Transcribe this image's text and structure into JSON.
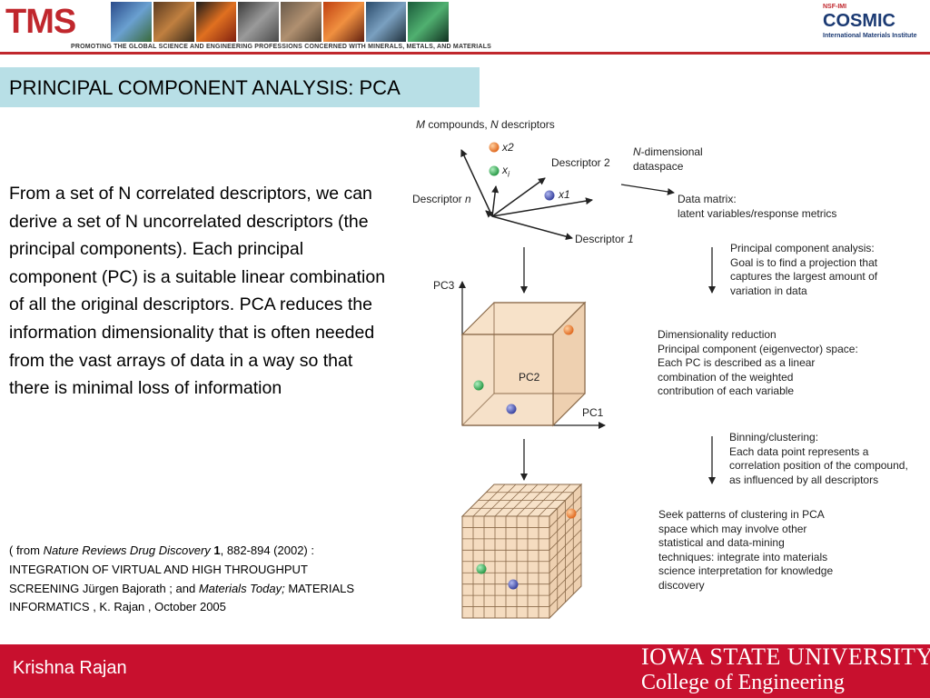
{
  "header": {
    "logo_text": "TMS",
    "tagline": "PROMOTING THE GLOBAL SCIENCE AND ENGINEERING PROFESSIONS CONCERNED WITH MINERALS, METALS, AND MATERIALS",
    "cosmic_top": "NSF-IMI",
    "cosmic_name": "COSMIC",
    "cosmic_sub": "International Materials Institute"
  },
  "title": "PRINCIPAL COMPONENT ANALYSIS: PCA",
  "body_text": "From a set of N correlated descriptors, we can derive a set of N uncorrelated descriptors (the principal components). Each principal component (PC) is a suitable linear combination of all the original descriptors. PCA reduces the information dimensionality that is often needed from the vast arrays of data in a way so that there is minimal loss of information",
  "citation": {
    "part1": "( from ",
    "journal1": "Nature Reviews Drug Discovery",
    "vol": " 1",
    "part2": ", 882-894 (2002) : INTEGRATION OF VIRTUAL AND HIGH THROUGHPUT SCREENING  Jürgen Bajorath   ; and ",
    "journal2": "Materials Today;",
    "part3": " MATERIALS INFORMATICS , K. Rajan , October 2005"
  },
  "diagram": {
    "top_caption_m": "M",
    "top_caption_rest": " compounds, ",
    "top_caption_n": "N",
    "top_caption_end": " descriptors",
    "x2": "x2",
    "xi": "x",
    "xi_sub": "i",
    "x1": "x1",
    "descriptor_n": "Descriptor ",
    "descriptor_n_italic": "n",
    "descriptor_2": "Descriptor 2",
    "descriptor_1": "Descriptor ",
    "descriptor_1_italic": "1",
    "ndim_1_italic": "N",
    "ndim_1": "-dimensional",
    "ndim_2": "dataspace",
    "data_matrix_1": "Data matrix:",
    "data_matrix_2": "latent variables/response metrics",
    "pca_note": [
      "Principal component analysis:",
      "Goal is to find a projection that",
      "captures the largest amount of",
      "variation in data"
    ],
    "pc3": "PC3",
    "pc2": "PC2",
    "pc1": "PC1",
    "dimred_note": [
      "Dimensionality reduction",
      "Principal component (eigenvector) space:",
      "Each PC is described as a linear",
      "combination of the weighted",
      "contribution of each variable"
    ],
    "binning_note": [
      "Binning/clustering:",
      "Each data point represents a",
      "correlation position of the compound,",
      "as influenced by all descriptors"
    ],
    "patterns_note": [
      "Seek patterns of clustering in PCA",
      "space which may involve other",
      "statistical and data-mining",
      "techniques: integrate into materials",
      "science interpretation for knowledge",
      "discovery"
    ]
  },
  "footer": {
    "author": "Krishna Rajan",
    "university": "IOWA STATE UNIVERSITY",
    "college": "College of Engineering"
  },
  "colors": {
    "brand_red": "#c8102e",
    "title_bg": "#b8dfe6",
    "cube_fill": "#f5dcc0",
    "cube_edge": "#8a6a4a",
    "dot_orange": "#f08a3a",
    "dot_green": "#3fae5a",
    "dot_blue": "#4a55b0"
  }
}
